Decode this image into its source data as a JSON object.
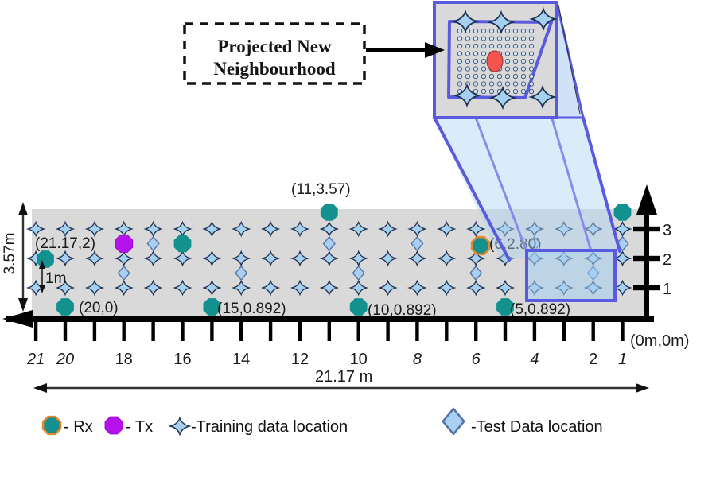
{
  "figure": {
    "projected_box": {
      "line1": "Projected New",
      "line2": "Neighbourhood"
    },
    "dimension_labels": {
      "width": "21.17 m",
      "height": "3.57m",
      "row_gap": "1m",
      "origin": "(0m,0m)"
    }
  },
  "legend": {
    "items": [
      {
        "id": "rx",
        "label": "- Rx"
      },
      {
        "id": "tx",
        "label": "- Tx"
      },
      {
        "id": "training",
        "label": "-Training data location"
      },
      {
        "id": "test",
        "label": "-Test Data location"
      }
    ]
  },
  "inset": {
    "dot_rows": 9,
    "dot_cols": 10
  },
  "chart_data": {
    "type": "scatter",
    "x_axis": {
      "unit": "m",
      "min": 0,
      "max": 21.17,
      "reversed": true,
      "tick_step": 1,
      "tick_labels": [
        21,
        20,
        18,
        16,
        14,
        12,
        10,
        8,
        6,
        4,
        2,
        1
      ]
    },
    "y_axis": {
      "unit": "m",
      "min": 0,
      "max": 3.57,
      "tick_labels": [
        3,
        2,
        1
      ]
    },
    "series": [
      {
        "name": "Training data location",
        "marker": "star",
        "grid": {
          "x_from": 1,
          "x_to": 21,
          "x_step": 1,
          "y_rows": [
            1,
            2,
            3
          ]
        }
      },
      {
        "name": "Test Data location",
        "marker": "diamond",
        "points": [
          [
            18,
            1.5
          ],
          [
            17,
            2.5
          ],
          [
            14,
            1.5
          ],
          [
            11,
            2.5
          ],
          [
            10,
            1.5
          ],
          [
            8,
            2.5
          ],
          [
            6,
            1.5
          ],
          [
            4,
            2.5
          ],
          [
            2,
            1.5
          ],
          [
            1,
            2.5
          ]
        ]
      },
      {
        "name": "Rx",
        "marker": "octagon",
        "points": [
          {
            "x": 21.17,
            "y": 2,
            "label": "(21.17,2)"
          },
          {
            "x": 20,
            "y": 0,
            "label": "(20,0)"
          },
          {
            "x": 16,
            "y": 2.5,
            "label": ""
          },
          {
            "x": 15,
            "y": 0.892,
            "label": "(15,0.892)"
          },
          {
            "x": 11,
            "y": 3.57,
            "label": "(11,3.57)"
          },
          {
            "x": 10,
            "y": 0.892,
            "label": "(10,0.892)"
          },
          {
            "x": 6,
            "y": 2.8,
            "label": "(6,2.80)",
            "orange_ring": true
          },
          {
            "x": 5,
            "y": 0.892,
            "label": "(5,0.892)"
          },
          {
            "x": 1,
            "y": 3.57,
            "label": ""
          }
        ]
      },
      {
        "name": "Tx",
        "marker": "octagon",
        "points": [
          {
            "x": 18,
            "y": 2.5,
            "label": ""
          }
        ]
      }
    ],
    "annotations": [
      "(11,3.57)",
      "(21.17,2)",
      "(6,2.80)",
      "(20,0)",
      "(15,0.892)",
      "(10,0.892)",
      "(5,0.892)",
      "(0m,0m)",
      "21.17 m",
      "3.57m",
      "1m"
    ]
  },
  "colors": {
    "band": "#d9d9d9",
    "rx": "#12918e",
    "tx": "#b512ec",
    "star": "#a6d0ef",
    "star_stroke": "#1d3050",
    "diamond": "#a9cff2",
    "diamond_stroke": "#4f6f9f",
    "blue": "#5a5ae0",
    "blue_light": "#8a8aec",
    "red": "#f4534e",
    "ring": "#e8882a",
    "ink": "#1a1a1a"
  }
}
